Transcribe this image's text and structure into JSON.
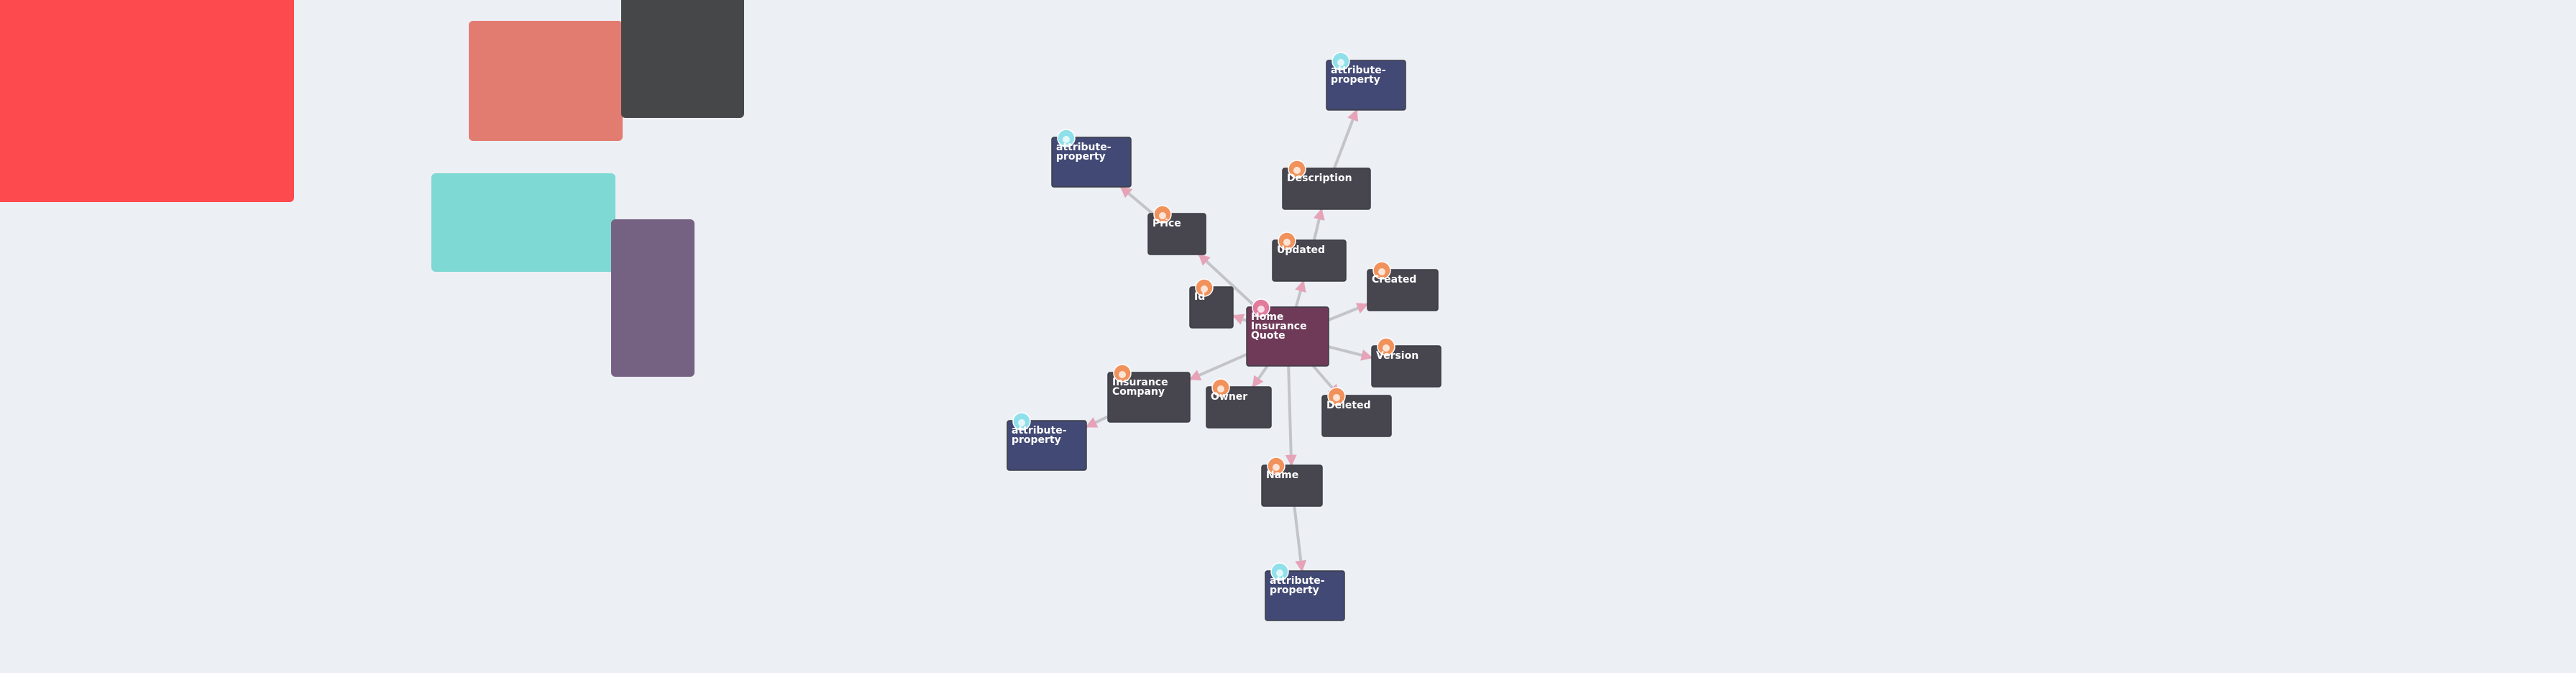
{
  "colors": {
    "background": "#eceff4",
    "entity": "#6e3a58",
    "field": "#47454e",
    "attribute_property": "#424975",
    "edge": "#c2c4ca",
    "arrow": "#e6a3b7",
    "field_icon": "#f1925c",
    "attribute_icon": "#8fe0ea",
    "entity_icon": "#e07b9c"
  },
  "decorations": [
    {
      "id": "deco-red",
      "color": "#fc4a4e"
    },
    {
      "id": "deco-salmon",
      "color": "#e27c70"
    },
    {
      "id": "deco-gray",
      "color": "#464749"
    },
    {
      "id": "deco-teal",
      "color": "#7ed8d3"
    },
    {
      "id": "deco-purple",
      "color": "#756283"
    }
  ],
  "diagram": {
    "nodes": [
      {
        "id": "entity",
        "kind": "entity",
        "icon": "entity-icon",
        "lines": [
          "Home",
          "Insurance",
          "Quote"
        ]
      },
      {
        "id": "id",
        "kind": "field",
        "icon": "field-icon",
        "lines": [
          "Id"
        ]
      },
      {
        "id": "price",
        "kind": "field",
        "icon": "field-icon",
        "lines": [
          "Price"
        ]
      },
      {
        "id": "updated",
        "kind": "field",
        "icon": "field-icon",
        "lines": [
          "Updated"
        ]
      },
      {
        "id": "description",
        "kind": "field",
        "icon": "field-icon",
        "lines": [
          "Description"
        ]
      },
      {
        "id": "created",
        "kind": "field",
        "icon": "field-icon",
        "lines": [
          "Created"
        ]
      },
      {
        "id": "version",
        "kind": "field",
        "icon": "field-icon",
        "lines": [
          "Version"
        ]
      },
      {
        "id": "deleted",
        "kind": "field",
        "icon": "field-icon",
        "lines": [
          "Deleted"
        ]
      },
      {
        "id": "owner",
        "kind": "field",
        "icon": "field-icon",
        "lines": [
          "Owner"
        ]
      },
      {
        "id": "insurance_company",
        "kind": "field",
        "icon": "field-icon",
        "lines": [
          "Insurance",
          "Company"
        ]
      },
      {
        "id": "name",
        "kind": "field",
        "icon": "field-icon",
        "lines": [
          "Name"
        ]
      },
      {
        "id": "attr_price",
        "kind": "attribute_property",
        "icon": "attribute-icon",
        "lines": [
          "attribute-",
          "property"
        ]
      },
      {
        "id": "attr_description",
        "kind": "attribute_property",
        "icon": "attribute-icon",
        "lines": [
          "attribute-",
          "property"
        ]
      },
      {
        "id": "attr_insurance_company",
        "kind": "attribute_property",
        "icon": "attribute-icon",
        "lines": [
          "attribute-",
          "property"
        ]
      },
      {
        "id": "attr_name",
        "kind": "attribute_property",
        "icon": "attribute-icon",
        "lines": [
          "attribute-",
          "property"
        ]
      }
    ],
    "edges": [
      {
        "from": "entity",
        "to": "id"
      },
      {
        "from": "entity",
        "to": "price"
      },
      {
        "from": "entity",
        "to": "updated"
      },
      {
        "from": "entity",
        "to": "created"
      },
      {
        "from": "entity",
        "to": "version"
      },
      {
        "from": "entity",
        "to": "deleted"
      },
      {
        "from": "entity",
        "to": "owner"
      },
      {
        "from": "entity",
        "to": "insurance_company"
      },
      {
        "from": "entity",
        "to": "name"
      },
      {
        "from": "updated",
        "to": "description"
      },
      {
        "from": "price",
        "to": "attr_price"
      },
      {
        "from": "description",
        "to": "attr_description"
      },
      {
        "from": "insurance_company",
        "to": "attr_insurance_company"
      },
      {
        "from": "name",
        "to": "attr_name"
      }
    ]
  }
}
